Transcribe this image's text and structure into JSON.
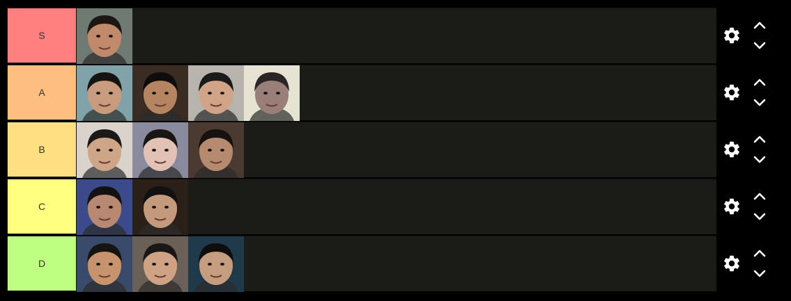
{
  "tiers": [
    {
      "label": "S",
      "color": "#ff7f7f",
      "items": [
        {
          "icon": "face-photo",
          "skin": "#c08a6a",
          "bg": "#6f7a73",
          "hair": "#1c1712"
        }
      ]
    },
    {
      "label": "A",
      "color": "#ffbf7f",
      "items": [
        {
          "icon": "face-photo",
          "skin": "#c99b7d",
          "bg": "#7fa3a8",
          "hair": "#161412"
        },
        {
          "icon": "face-photo",
          "skin": "#b58562",
          "bg": "#3a2c22",
          "hair": "#0f0d0b"
        },
        {
          "icon": "face-photo",
          "skin": "#d2a487",
          "bg": "#b7b3ad",
          "hair": "#1a1a1a"
        },
        {
          "icon": "face-photo",
          "skin": "#9a7f78",
          "bg": "#e5e3d2",
          "hair": "#2a2628"
        }
      ]
    },
    {
      "label": "B",
      "color": "#ffdf7f",
      "items": [
        {
          "icon": "face-photo",
          "skin": "#cfa587",
          "bg": "#d9d3cb",
          "hair": "#1c1a18"
        },
        {
          "icon": "face-photo",
          "skin": "#e2c2b4",
          "bg": "#8a8a9e",
          "hair": "#1a1614"
        },
        {
          "icon": "face-photo",
          "skin": "#b58a6e",
          "bg": "#4a3a30",
          "hair": "#151210"
        }
      ]
    },
    {
      "label": "C",
      "color": "#ffff7f",
      "items": [
        {
          "icon": "face-photo",
          "skin": "#b98872",
          "bg": "#3b4a8a",
          "hair": "#141210"
        },
        {
          "icon": "face-photo",
          "skin": "#c49a7c",
          "bg": "#2a2018",
          "hair": "#121010"
        }
      ]
    },
    {
      "label": "D",
      "color": "#bfff7f",
      "items": [
        {
          "icon": "face-photo",
          "skin": "#c7936d",
          "bg": "#3a4a6a",
          "hair": "#161410"
        },
        {
          "icon": "face-photo",
          "skin": "#cfa284",
          "bg": "#6a6058",
          "hair": "#1a1816"
        },
        {
          "icon": "face-photo",
          "skin": "#c49c7e",
          "bg": "#1f3a4a",
          "hair": "#0e0d0c"
        }
      ]
    }
  ],
  "controls": {
    "settings_icon": "gear-icon",
    "up_icon": "chevron-up-icon",
    "down_icon": "chevron-down-icon",
    "icon_color": "#ffffff"
  }
}
